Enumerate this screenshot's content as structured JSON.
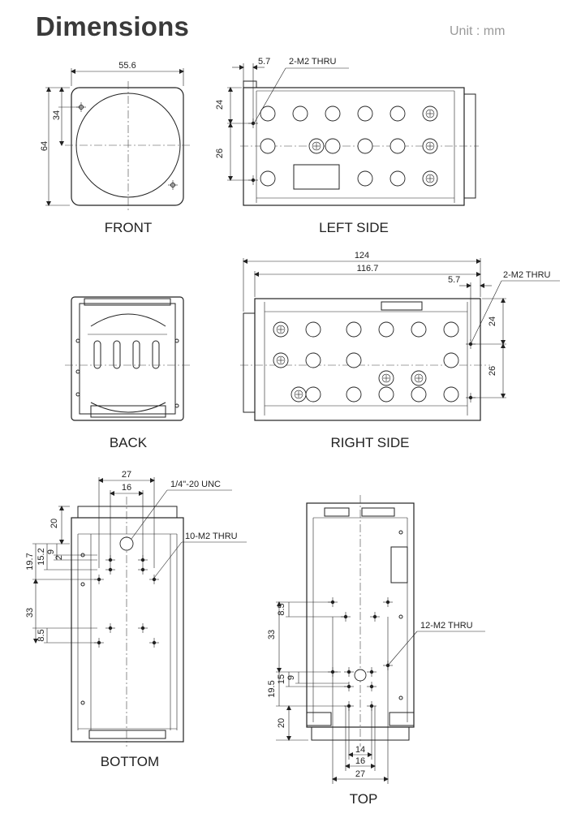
{
  "page": {
    "title": "Dimensions",
    "unit": "Unit : mm"
  },
  "views": {
    "front": {
      "label": "FRONT",
      "dims": {
        "width": "55.6",
        "height": "64",
        "offset": "34"
      }
    },
    "left_side": {
      "label": "LEFT SIDE",
      "dims": {
        "offset": "5.7",
        "callout": "2-M2 THRU",
        "v1": "24",
        "v2": "26"
      }
    },
    "back": {
      "label": "BACK"
    },
    "right_side": {
      "label": "RIGHT SIDE",
      "dims": {
        "overall": "124",
        "body": "116.7",
        "offset": "5.7",
        "callout": "2-M2 THRU",
        "v1": "24",
        "v2": "26"
      }
    },
    "bottom": {
      "label": "BOTTOM",
      "dims": {
        "w27": "27",
        "w16": "16",
        "callout_tripod": "1/4\"-20 UNC",
        "callout_holes": "10-M2 THRU",
        "d20": "20",
        "d19_7": "19.7",
        "d15_2": "15.2",
        "d9": "9",
        "d2": "2",
        "d33": "33",
        "d8_5": "8.5"
      }
    },
    "top": {
      "label": "TOP",
      "dims": {
        "d8_5": "8.5",
        "d33": "33",
        "callout": "12-M2 THRU",
        "d19_5": "19.5",
        "d15": "15",
        "d9": "9",
        "d20": "20",
        "w14": "14",
        "w16": "16",
        "w27": "27"
      }
    }
  }
}
